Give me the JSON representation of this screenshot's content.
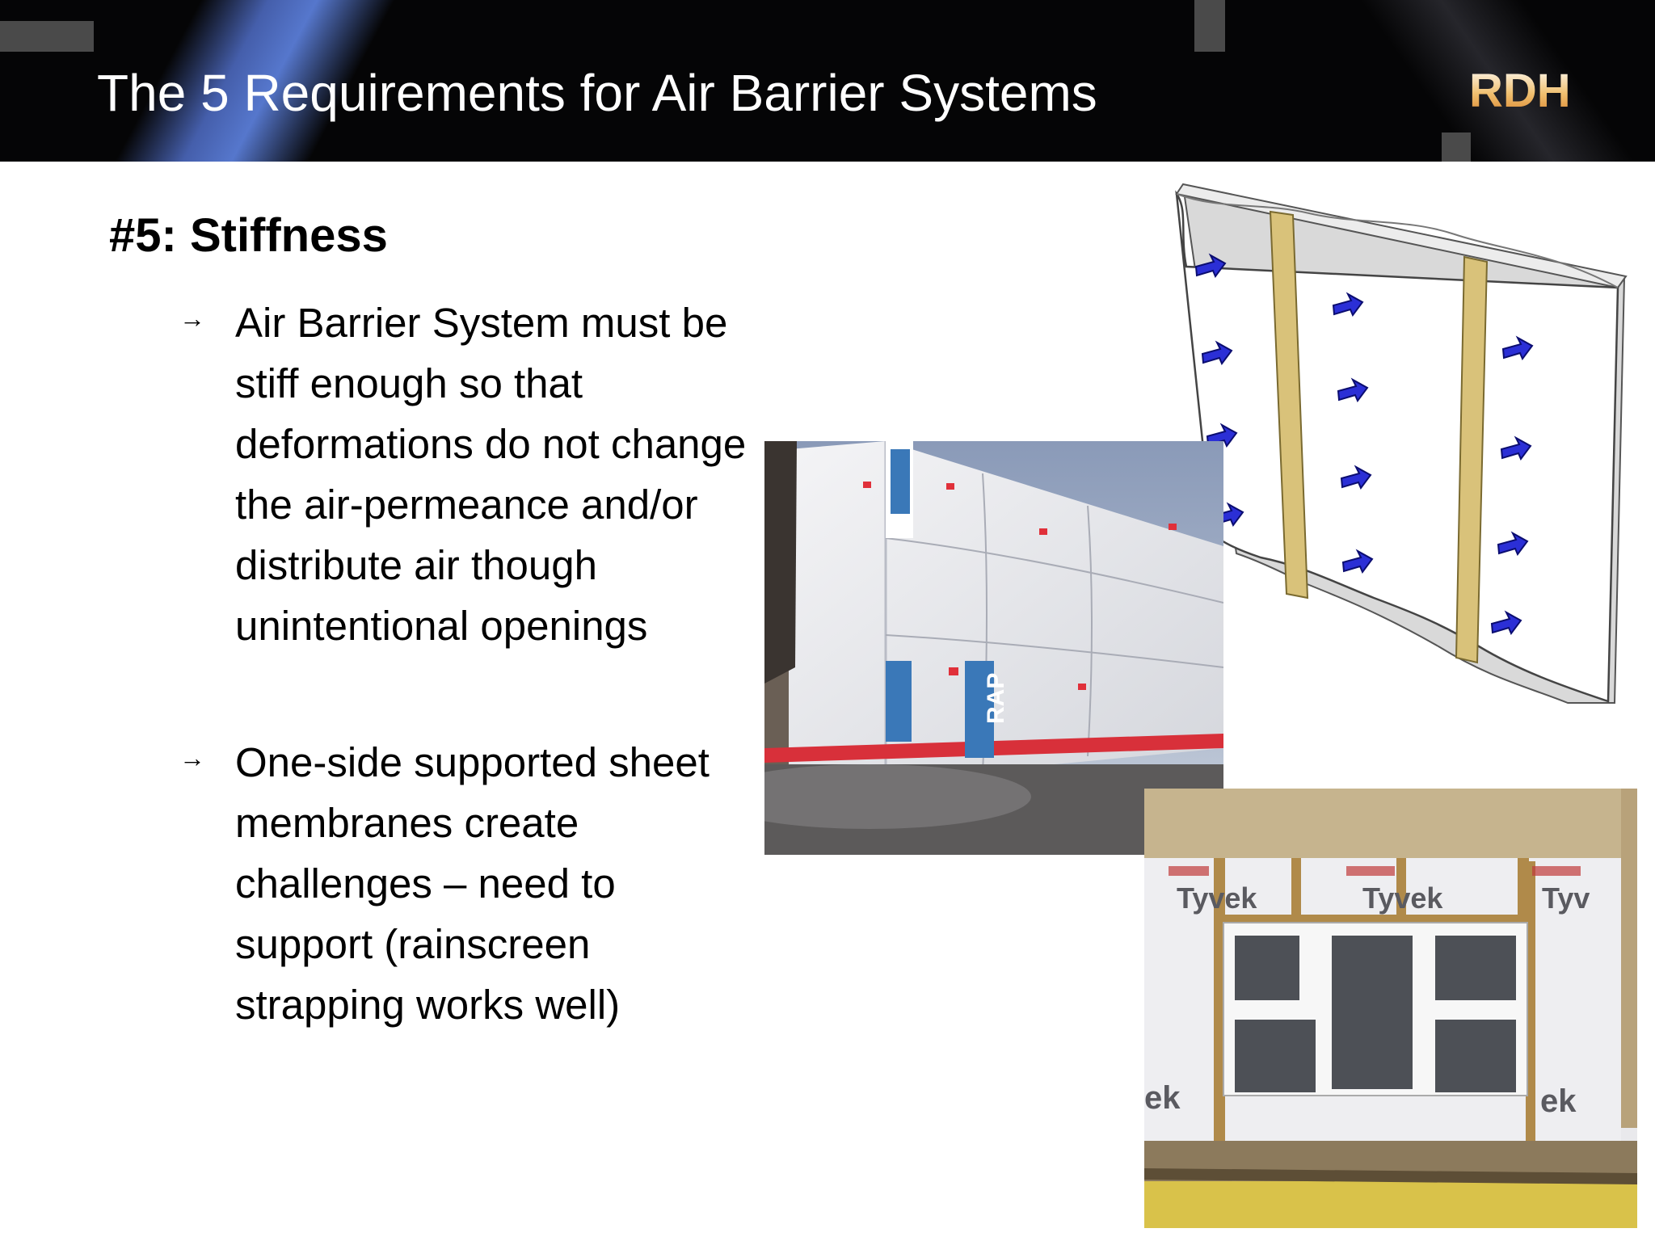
{
  "slide": {
    "title": "The 5 Requirements for Air Barrier Systems",
    "logo_text": "RDH",
    "heading": "#5: Stiffness",
    "bullets": [
      {
        "marker": "→",
        "text": "Air Barrier System must be stiff enough so that deformations do not change the air-permeance and/or distribute air though unintentional openings"
      },
      {
        "marker": "→",
        "text": "One-side supported sheet membranes create challenges – need to support (rainscreen strapping works well)"
      }
    ]
  },
  "images": {
    "wall_diagram": {
      "description_icon": "deforming-membrane-diagram"
    },
    "photo_wrap": {
      "wrap_text": "RAP"
    },
    "photo_window": {
      "wrap_top_left": "Tyvek",
      "wrap_top_mid": "Tyvek",
      "wrap_top_right": "Tyv",
      "wrap_bottom_left": "ek",
      "wrap_bottom_right": "ek"
    }
  },
  "colors": {
    "header_bg": "#050506",
    "accent_blue": "#5a7dd7",
    "logo_orange": "#e89a3a",
    "arrow_blue": "#2b2fd6",
    "stud_wood": "#d9c27a"
  }
}
